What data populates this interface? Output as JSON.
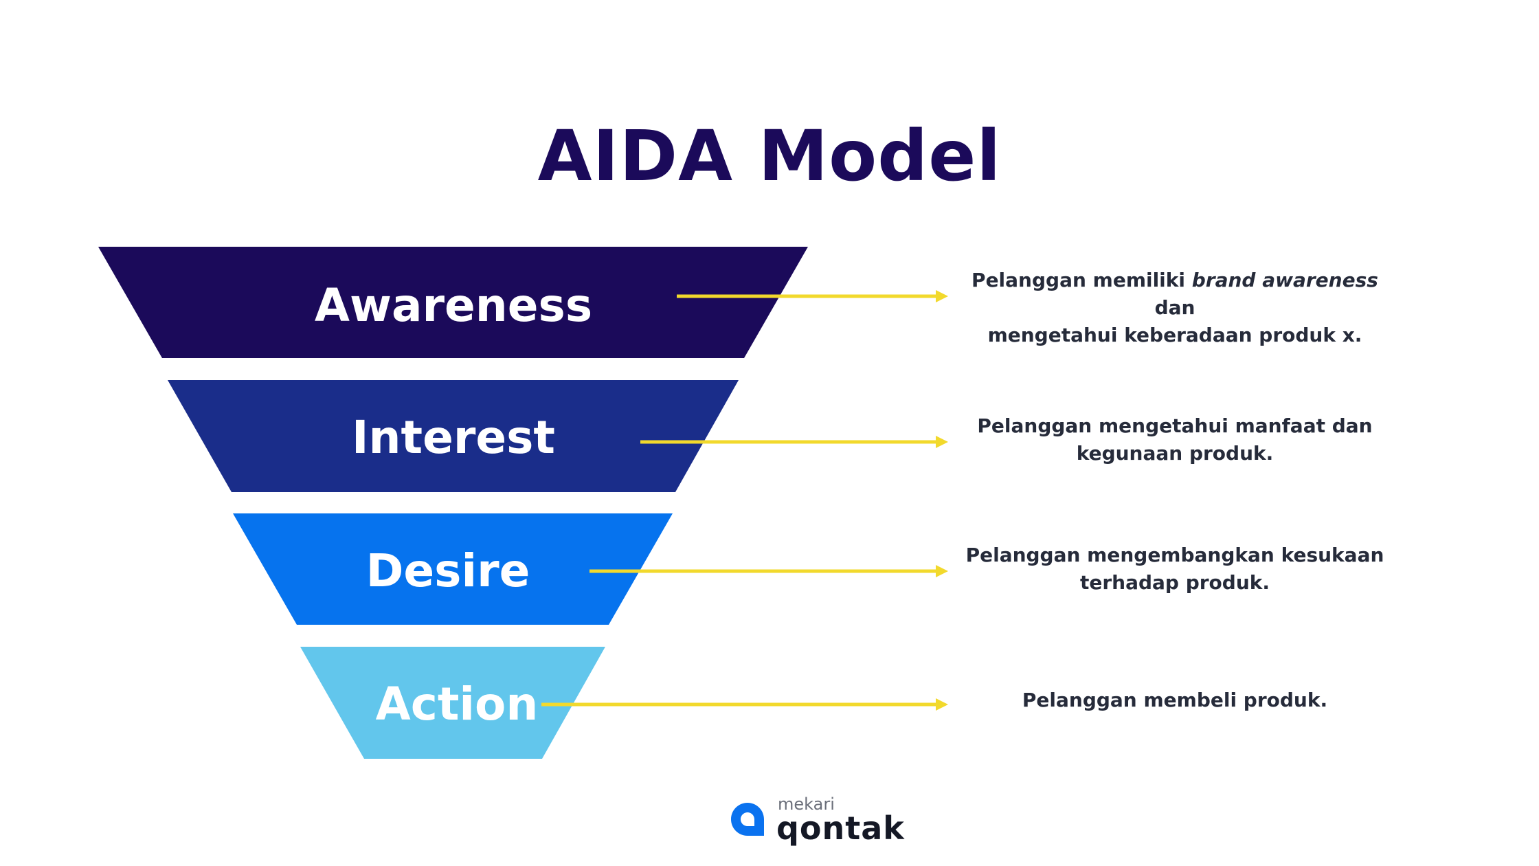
{
  "title": "AIDA Model",
  "stages": [
    {
      "label": "Awareness",
      "color": "#1b0a5a"
    },
    {
      "label": "Interest",
      "color": "#1a2d8a"
    },
    {
      "label": "Desire",
      "color": "#0673ee"
    },
    {
      "label": "Action",
      "color": "#62c6ec"
    }
  ],
  "descriptions": {
    "awareness": {
      "line1_before": "Pelanggan memiliki",
      "line1_italic": "brand awareness",
      "line1_after": "dan",
      "line2": "mengetahui keberadaan produk x."
    },
    "interest": {
      "line1": "Pelanggan mengetahui manfaat dan",
      "line2": "kegunaan produk."
    },
    "desire": {
      "line1": "Pelanggan mengembangkan kesukaan",
      "line2": "terhadap produk."
    },
    "action": {
      "line1": "Pelanggan membeli produk."
    }
  },
  "arrow_color": "#f2d92c",
  "logo": {
    "sub": "mekari",
    "main": "qontak",
    "icon_color": "#0a72ef"
  }
}
